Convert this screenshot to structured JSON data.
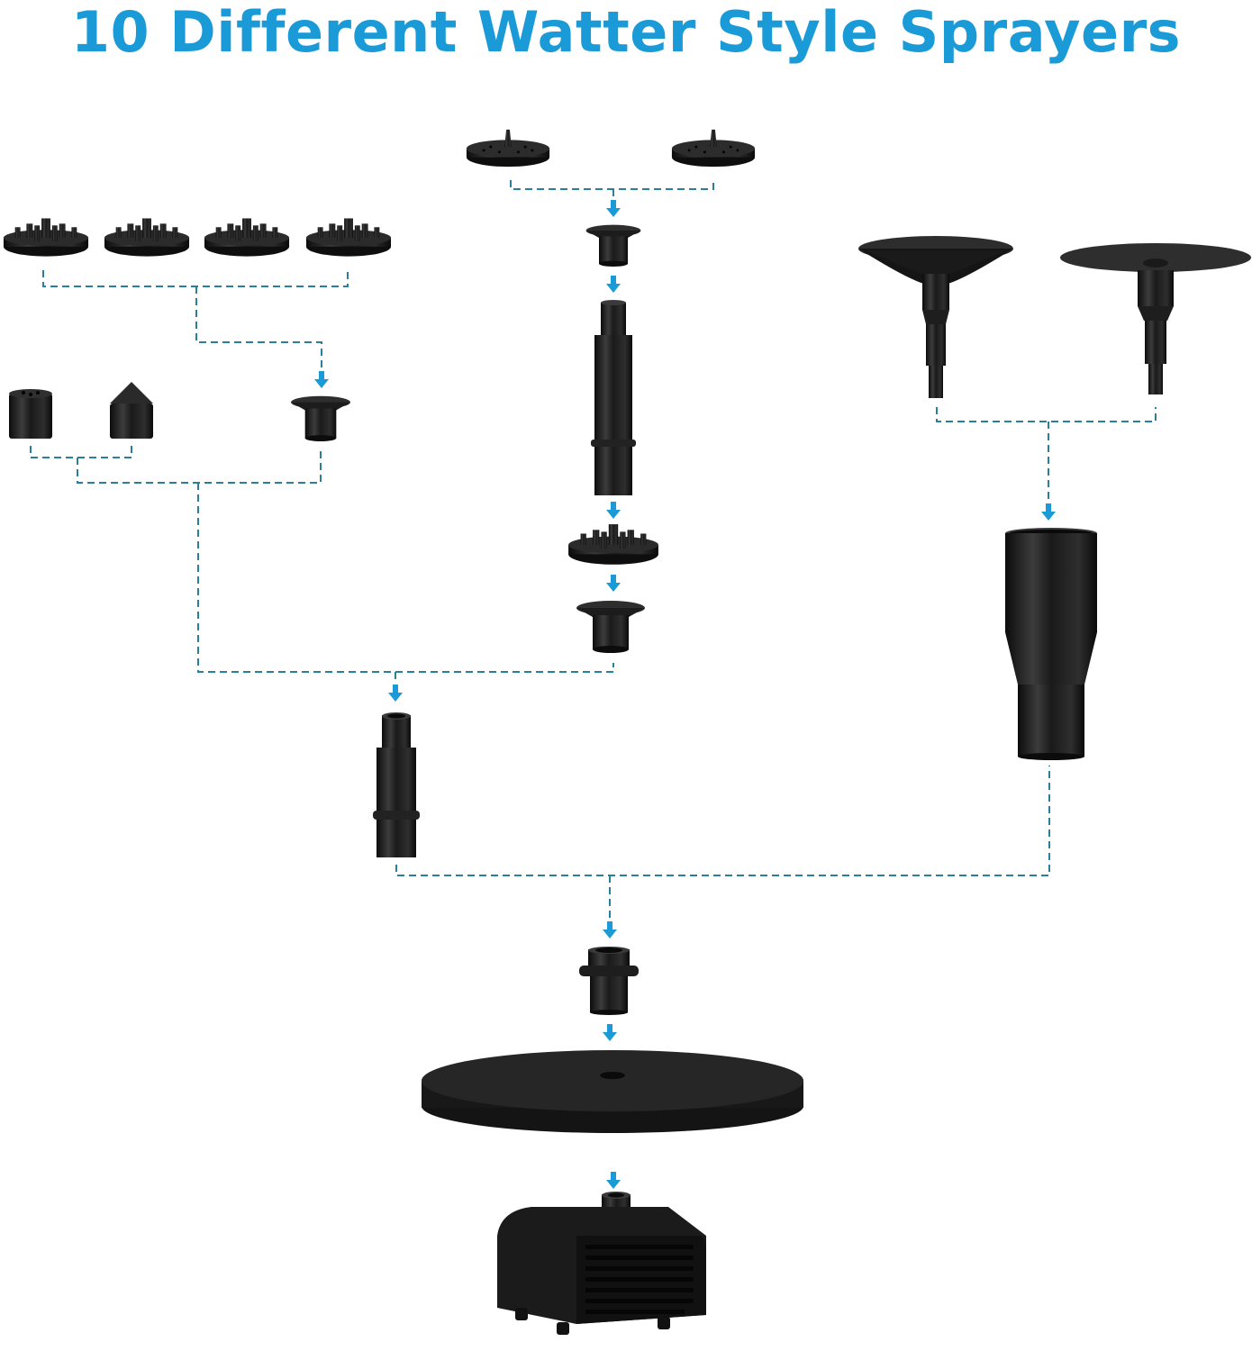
{
  "title": "10 Different Watter Style Sprayers",
  "colors": {
    "title": "#1a9ad6",
    "arrow": "#1a9ad6",
    "connector": "#2b7f9a",
    "part": "#151515",
    "part_highlight": "#3a3a3a",
    "background": "#ffffff"
  },
  "groups": {
    "multi_jet_nozzles": {
      "count": 4,
      "label": "multi-jet-nozzle"
    },
    "spike_nozzles": {
      "count": 2,
      "label": "spike-nozzle"
    },
    "small_nozzles": {
      "count": 2,
      "items": [
        "five-hole-nozzle",
        "cone-nozzle"
      ]
    },
    "bell_nozzles": {
      "count": 2,
      "items": [
        "dish-bell-nozzle",
        "flat-bell-nozzle"
      ]
    },
    "connectors": [
      "flared-adapter-left",
      "flared-adapter-center-top",
      "flared-adapter-center-bottom",
      "long-extension-tube",
      "short-extension-tube",
      "wide-extension-tube",
      "collar-adapter"
    ],
    "base": [
      "foam-float-disc",
      "water-pump"
    ]
  }
}
